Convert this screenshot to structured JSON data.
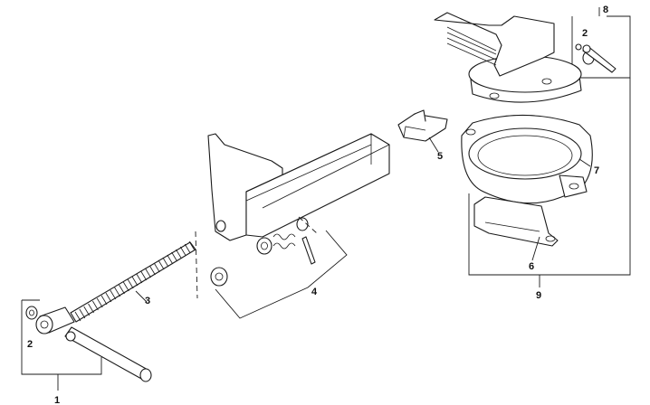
{
  "callouts": {
    "one": "1",
    "two_left": "2",
    "two_right": "2",
    "three": "3",
    "four": "4",
    "five": "5",
    "six": "6",
    "seven": "7",
    "eight": "8",
    "nine": "9"
  },
  "colors": {
    "ink": "#1a1a1a",
    "paper": "#ffffff"
  }
}
